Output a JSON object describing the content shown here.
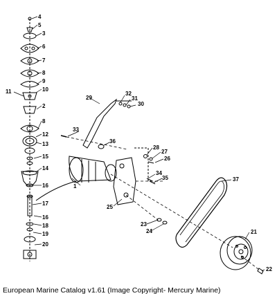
{
  "caption": "European Marine Catalog v1.61 (Image Copyright- Mercury Marine)",
  "callouts": [
    {
      "id": "4",
      "text": "4"
    },
    {
      "id": "5",
      "text": "5"
    },
    {
      "id": "3",
      "text": "3"
    },
    {
      "id": "6",
      "text": "6"
    },
    {
      "id": "7",
      "text": "7"
    },
    {
      "id": "8a",
      "text": "8"
    },
    {
      "id": "9",
      "text": "9"
    },
    {
      "id": "10",
      "text": "10"
    },
    {
      "id": "11",
      "text": "11"
    },
    {
      "id": "2",
      "text": "2"
    },
    {
      "id": "8b",
      "text": "8"
    },
    {
      "id": "12",
      "text": "12"
    },
    {
      "id": "13",
      "text": "13"
    },
    {
      "id": "15",
      "text": "15"
    },
    {
      "id": "14",
      "text": "14"
    },
    {
      "id": "16a",
      "text": "16"
    },
    {
      "id": "17",
      "text": "17"
    },
    {
      "id": "16b",
      "text": "16"
    },
    {
      "id": "18",
      "text": "18"
    },
    {
      "id": "19",
      "text": "19"
    },
    {
      "id": "20",
      "text": "20"
    },
    {
      "id": "29",
      "text": "29"
    },
    {
      "id": "32",
      "text": "32"
    },
    {
      "id": "31",
      "text": "31"
    },
    {
      "id": "30",
      "text": "30"
    },
    {
      "id": "33",
      "text": "33"
    },
    {
      "id": "36",
      "text": "36"
    },
    {
      "id": "28",
      "text": "28"
    },
    {
      "id": "27",
      "text": "27"
    },
    {
      "id": "26",
      "text": "26"
    },
    {
      "id": "34",
      "text": "34"
    },
    {
      "id": "35",
      "text": "35"
    },
    {
      "id": "1",
      "text": "1"
    },
    {
      "id": "25",
      "text": "25"
    },
    {
      "id": "37",
      "text": "37"
    },
    {
      "id": "23",
      "text": "23"
    },
    {
      "id": "24",
      "text": "24"
    },
    {
      "id": "21",
      "text": "21"
    },
    {
      "id": "22",
      "text": "22"
    }
  ]
}
